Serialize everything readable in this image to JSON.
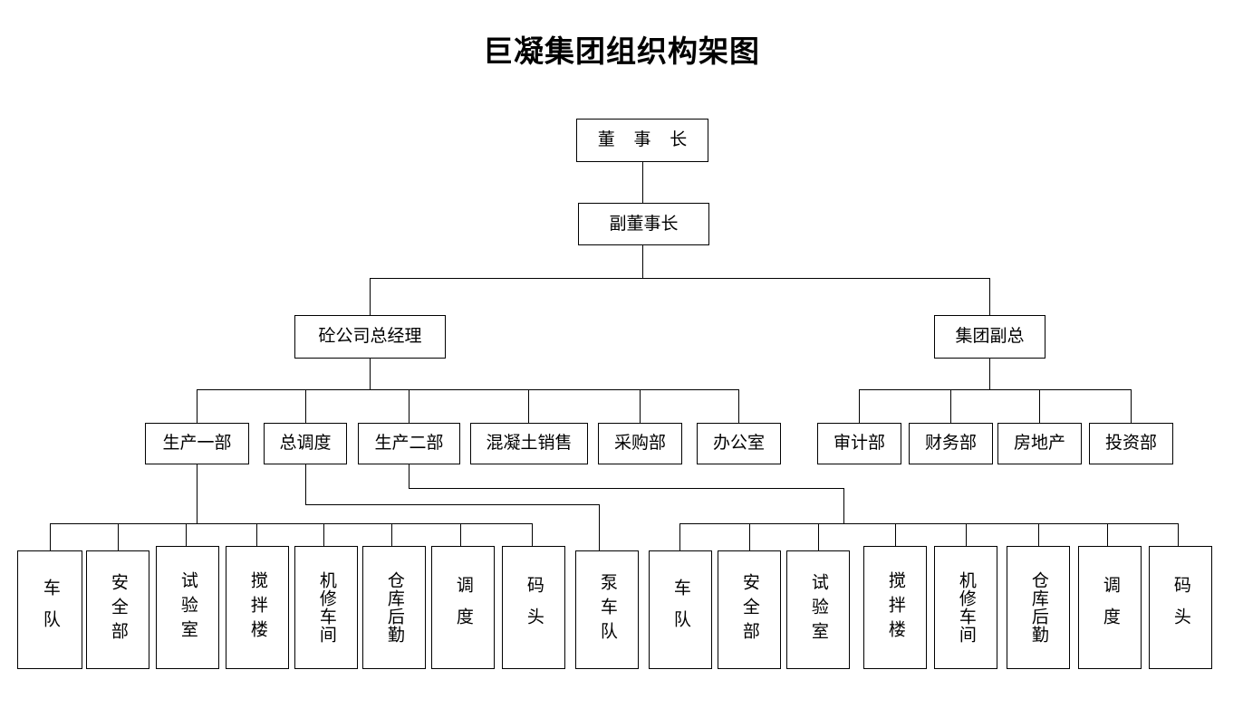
{
  "title": "巨凝集团组织构架图",
  "org_chart": {
    "type": "org-tree",
    "levels": [
      {
        "name": "level-1",
        "nodes": [
          {
            "id": "chairman",
            "label": "董 事 长",
            "orientation": "horizontal"
          }
        ]
      },
      {
        "name": "level-2",
        "nodes": [
          {
            "id": "vice-chairman",
            "label": "副董事长",
            "orientation": "horizontal"
          }
        ]
      },
      {
        "name": "level-3",
        "nodes": [
          {
            "id": "concrete-gm",
            "label": "砼公司总经理",
            "orientation": "horizontal"
          },
          {
            "id": "group-vp",
            "label": "集团副总",
            "orientation": "horizontal"
          }
        ]
      },
      {
        "name": "level-4",
        "nodes": [
          {
            "id": "production-1",
            "label": "生产一部",
            "orientation": "horizontal"
          },
          {
            "id": "chief-dispatch",
            "label": "总调度",
            "orientation": "horizontal"
          },
          {
            "id": "production-2",
            "label": "生产二部",
            "orientation": "horizontal"
          },
          {
            "id": "concrete-sales",
            "label": "混凝土销售",
            "orientation": "horizontal"
          },
          {
            "id": "purchasing",
            "label": "采购部",
            "orientation": "horizontal"
          },
          {
            "id": "office",
            "label": "办公室",
            "orientation": "horizontal"
          },
          {
            "id": "audit",
            "label": "审计部",
            "orientation": "horizontal"
          },
          {
            "id": "finance",
            "label": "财务部",
            "orientation": "horizontal"
          },
          {
            "id": "real-estate",
            "label": "房地产",
            "orientation": "horizontal"
          },
          {
            "id": "investment",
            "label": "投资部",
            "orientation": "horizontal"
          }
        ]
      },
      {
        "name": "level-5",
        "nodes": [
          {
            "id": "g1-fleet",
            "label": "车队",
            "orientation": "vertical"
          },
          {
            "id": "g1-safety",
            "label": "安全部",
            "orientation": "vertical"
          },
          {
            "id": "g1-lab",
            "label": "试验室",
            "orientation": "vertical"
          },
          {
            "id": "g1-mixing",
            "label": "搅拌楼",
            "orientation": "vertical"
          },
          {
            "id": "g1-repair",
            "label": "机修车间",
            "orientation": "vertical"
          },
          {
            "id": "g1-warehouse",
            "label": "仓库后勤",
            "orientation": "vertical"
          },
          {
            "id": "g1-dispatch",
            "label": "调度",
            "orientation": "vertical"
          },
          {
            "id": "g1-wharf",
            "label": "码头",
            "orientation": "vertical"
          },
          {
            "id": "g2-pump-fleet",
            "label": "泵车队",
            "orientation": "vertical"
          },
          {
            "id": "g2-fleet",
            "label": "车队",
            "orientation": "vertical"
          },
          {
            "id": "g2-safety",
            "label": "安全部",
            "orientation": "vertical"
          },
          {
            "id": "g2-lab",
            "label": "试验室",
            "orientation": "vertical"
          },
          {
            "id": "g2-mixing",
            "label": "搅拌楼",
            "orientation": "vertical"
          },
          {
            "id": "g2-repair",
            "label": "机修车间",
            "orientation": "vertical"
          },
          {
            "id": "g2-warehouse",
            "label": "仓库后勤",
            "orientation": "vertical"
          },
          {
            "id": "g2-dispatch",
            "label": "调度",
            "orientation": "vertical"
          },
          {
            "id": "g2-wharf",
            "label": "码头",
            "orientation": "vertical"
          }
        ]
      }
    ],
    "edges": [
      {
        "from": "chairman",
        "to": "vice-chairman"
      },
      {
        "from": "vice-chairman",
        "to": "concrete-gm"
      },
      {
        "from": "vice-chairman",
        "to": "group-vp"
      },
      {
        "from": "concrete-gm",
        "to": "production-1"
      },
      {
        "from": "concrete-gm",
        "to": "chief-dispatch"
      },
      {
        "from": "concrete-gm",
        "to": "production-2"
      },
      {
        "from": "concrete-gm",
        "to": "concrete-sales"
      },
      {
        "from": "concrete-gm",
        "to": "purchasing"
      },
      {
        "from": "concrete-gm",
        "to": "office"
      },
      {
        "from": "group-vp",
        "to": "audit"
      },
      {
        "from": "group-vp",
        "to": "finance"
      },
      {
        "from": "group-vp",
        "to": "real-estate"
      },
      {
        "from": "group-vp",
        "to": "investment"
      },
      {
        "from": "production-1",
        "to": "g1-fleet"
      },
      {
        "from": "production-1",
        "to": "g1-safety"
      },
      {
        "from": "production-1",
        "to": "g1-lab"
      },
      {
        "from": "production-1",
        "to": "g1-mixing"
      },
      {
        "from": "production-1",
        "to": "g1-repair"
      },
      {
        "from": "production-1",
        "to": "g1-warehouse"
      },
      {
        "from": "production-1",
        "to": "g1-dispatch"
      },
      {
        "from": "production-1",
        "to": "g1-wharf"
      },
      {
        "from": "chief-dispatch",
        "to": "g2-pump-fleet"
      },
      {
        "from": "production-2",
        "to": "g2-fleet"
      },
      {
        "from": "production-2",
        "to": "g2-safety"
      },
      {
        "from": "production-2",
        "to": "g2-lab"
      },
      {
        "from": "production-2",
        "to": "g2-mixing"
      },
      {
        "from": "production-2",
        "to": "g2-repair"
      },
      {
        "from": "production-2",
        "to": "g2-warehouse"
      },
      {
        "from": "production-2",
        "to": "g2-dispatch"
      },
      {
        "from": "production-2",
        "to": "g2-wharf"
      }
    ],
    "colors": {
      "background": "#ffffff",
      "line": "#000000",
      "text": "#000000",
      "box_fill": "#ffffff"
    }
  }
}
